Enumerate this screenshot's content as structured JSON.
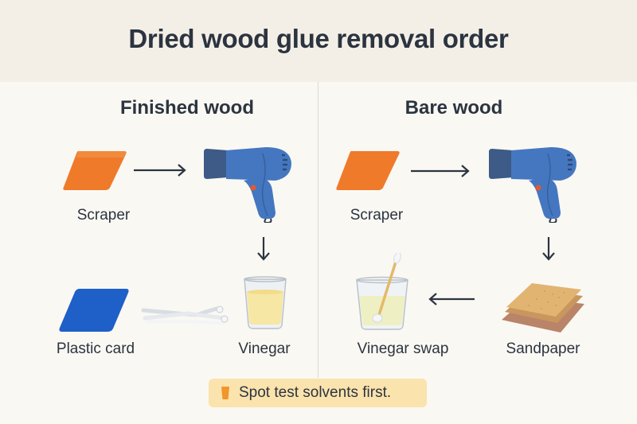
{
  "header": {
    "title": "Dried wood glue removal order"
  },
  "panels": [
    {
      "title": "Finished wood",
      "steps": [
        {
          "label": "Scraper",
          "icon": "orange-scraper-icon",
          "color": "#ef7a2a"
        },
        {
          "label": "",
          "icon": "hair-dryer-icon",
          "color": "#3f6fb5"
        },
        {
          "label": "Vinegar",
          "icon": "vinegar-glass-icon",
          "color": "#f6e8a8"
        },
        {
          "label": "",
          "icon": "cotton-swabs-icon",
          "color": "#f2f4f6"
        },
        {
          "label": "Plastic card",
          "icon": "plastic-card-icon",
          "color": "#1e5fc8"
        }
      ],
      "flow": [
        "right",
        "down",
        "left"
      ]
    },
    {
      "title": "Bare wood",
      "steps": [
        {
          "label": "Scraper",
          "icon": "orange-scraper-icon",
          "color": "#ef7a2a"
        },
        {
          "label": "",
          "icon": "hair-dryer-icon",
          "color": "#3f6fb5"
        },
        {
          "label": "Sandpaper",
          "icon": "sandpaper-icon",
          "color": "#d9a866"
        },
        {
          "label": "Vinegar swap",
          "icon": "vinegar-swab-glass-icon",
          "color": "#eef0c4"
        }
      ],
      "flow": [
        "right",
        "down",
        "left"
      ]
    }
  ],
  "note": {
    "text": "Spot test solvents first.",
    "icon": "cup-icon",
    "background": "#fbe3ad",
    "icon_color": "#f0962c"
  },
  "colors": {
    "background": "#faf8f3",
    "header_band": "#f4efe6",
    "text": "#2b3440"
  }
}
